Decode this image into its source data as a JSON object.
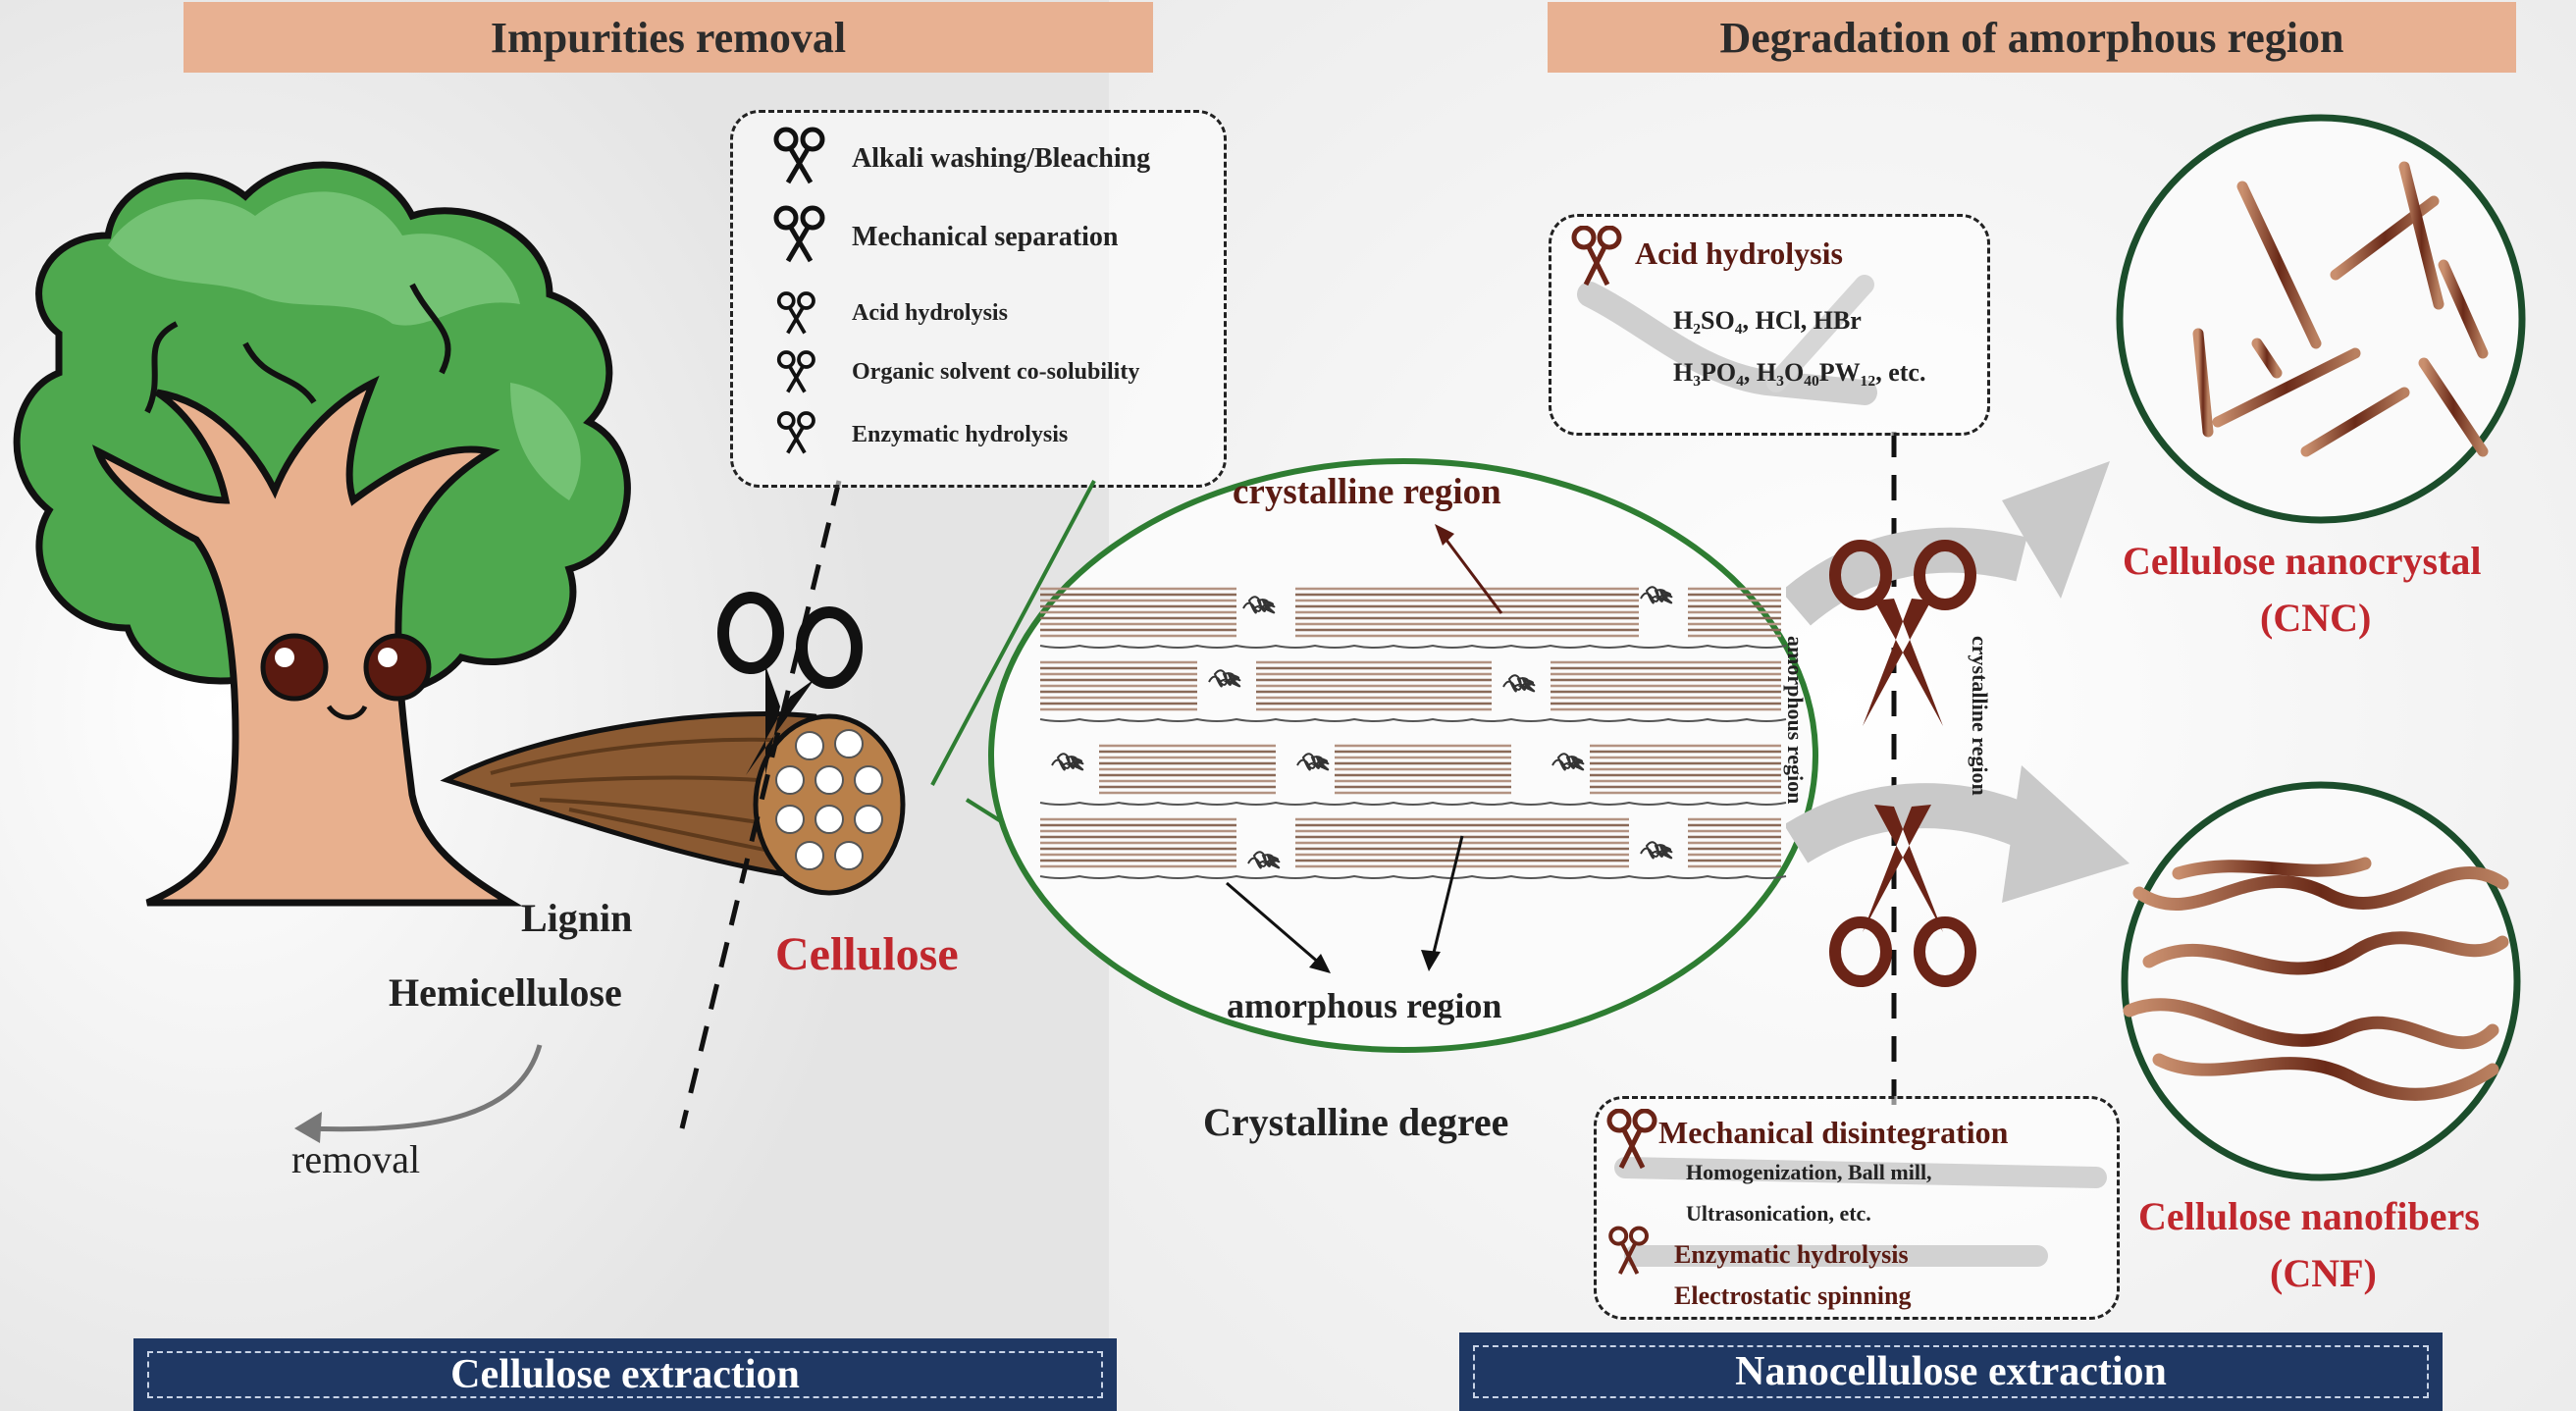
{
  "banners": {
    "left": "Impurities removal",
    "right": "Degradation of amorphous region"
  },
  "footers": {
    "left": "Cellulose extraction",
    "right": "Nanocellulose extraction"
  },
  "methods": [
    "Alkali washing/Bleaching",
    "Mechanical separation",
    "Acid hydrolysis",
    "Organic solvent co-solubility",
    "Enzymatic hydrolysis"
  ],
  "tree_labels": {
    "lignin": "Lignin",
    "hemicellulose": "Hemicellulose",
    "removal": "removal",
    "cellulose": "Cellulose"
  },
  "structure": {
    "crystalline_region": "crystalline  region",
    "amorphous_region": "amorphous  region",
    "crystalline_degree": "Crystalline degree"
  },
  "acid_box": {
    "title": "Acid hydrolysis",
    "line1": "H₂SO₄, HCl, HBr",
    "line2": "H₃PO₄, H₃O₄₀PW₁₂, etc."
  },
  "mech_box": {
    "title": "Mechanical disintegration",
    "line1": "Homogenization, Ball mill,",
    "line2": "Ultrasonication,  etc.",
    "line3": "Enzymatic hydrolysis",
    "line4": "Electrostatic spinning"
  },
  "scissor_labels": {
    "amorphous": "amorphous  region",
    "crystalline": "crystalline region"
  },
  "products": {
    "cnc_name": "Cellulose nanocrystal",
    "cnc_abbr": "(CNC)",
    "cnf_name": "Cellulose nanofibers",
    "cnf_abbr": "(CNF)"
  },
  "colors": {
    "banner": "#e8b192",
    "footer": "#1f3864",
    "tree_green": "#4ea84e",
    "trunk": "#e8b08e",
    "fiber_brown": "#7a4632",
    "accent_red": "#c0272d"
  }
}
